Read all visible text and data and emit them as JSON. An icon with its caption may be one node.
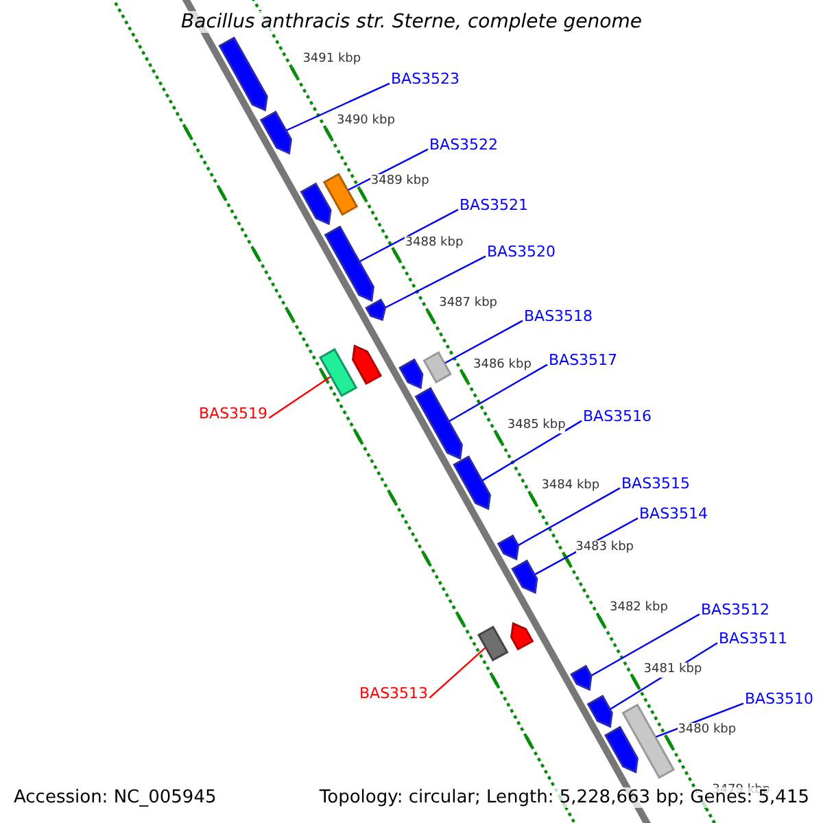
{
  "diagram": {
    "title": "Bacillus anthracis str. Sterne, complete genome",
    "nodes": [
      {
        "text": [
          "BAS3523"
        ]
      },
      {
        "text": [
          "BAS3522"
        ]
      },
      {
        "text": [
          "BAS3521"
        ]
      },
      {
        "text": [
          "BAS3520"
        ]
      },
      {
        "text": [
          "BAS3518"
        ]
      },
      {
        "text": [
          "BAS3517"
        ]
      },
      {
        "text": [
          "BAS3519"
        ]
      },
      {
        "text": [
          "BAS3516"
        ]
      },
      {
        "text": [
          "BAS3515"
        ]
      },
      {
        "text": [
          "BAS3514"
        ]
      },
      {
        "text": [
          "BAS3512"
        ]
      },
      {
        "text": [
          "BAS3511"
        ]
      },
      {
        "text": [
          "BAS3513"
        ]
      },
      {
        "text": [
          "BAS3510"
        ]
      },
      {
        "text": [],
        "shape": "arrow"
      },
      {
        "text": [],
        "shape": "arrow"
      },
      {
        "text": [],
        "shape": "arrow"
      },
      {
        "text": [],
        "shape": "box"
      },
      {
        "text": [],
        "shape": "arrow"
      },
      {
        "text": [],
        "shape": "arrow"
      },
      {
        "text": [],
        "shape": "box"
      },
      {
        "text": [],
        "shape": "arrow"
      },
      {
        "text": [],
        "shape": "arrow"
      },
      {
        "text": [],
        "shape": "box"
      },
      {
        "text": [],
        "shape": "arrow"
      },
      {
        "text": [],
        "shape": "arrow"
      },
      {
        "text": [],
        "shape": "arrow"
      },
      {
        "text": [],
        "shape": "arrow"
      },
      {
        "text": [],
        "shape": "box"
      },
      {
        "text": [],
        "shape": "arrow"
      },
      {
        "text": [],
        "shape": "arrow"
      },
      {
        "text": [],
        "shape": "arrow"
      },
      {
        "text": [],
        "shape": "box"
      },
      {
        "text": [],
        "shape": "arrow"
      }
    ],
    "edges": [
      {
        "from": 0,
        "to": 15,
        "arrow": "none"
      },
      {
        "from": 1,
        "to": 17,
        "arrow": "none"
      },
      {
        "from": 2,
        "to": 18,
        "arrow": "none"
      },
      {
        "from": 3,
        "to": 19,
        "arrow": "none"
      },
      {
        "from": 4,
        "to": 23,
        "arrow": "none"
      },
      {
        "from": 5,
        "to": 24,
        "arrow": "none"
      },
      {
        "from": 6,
        "to": 20,
        "arrow": "none",
        "color": "#ff0000"
      },
      {
        "from": 7,
        "to": 25,
        "arrow": "none"
      },
      {
        "from": 8,
        "to": 26,
        "arrow": "none"
      },
      {
        "from": 9,
        "to": 27,
        "arrow": "none"
      },
      {
        "from": 10,
        "to": 30,
        "arrow": "none"
      },
      {
        "from": 11,
        "to": 31,
        "arrow": "none"
      },
      {
        "from": 12,
        "to": 28,
        "arrow": "none",
        "color": "#ff0000"
      },
      {
        "from": 13,
        "to": 32,
        "arrow": "none"
      }
    ],
    "labels": [
      "3491 kbp",
      "3490 kbp",
      "3489 kbp",
      "3488 kbp",
      "3487 kbp",
      "3486 kbp",
      "3485 kbp",
      "3484 kbp",
      "3483 kbp",
      "3482 kbp",
      "3481 kbp",
      "3480 kbp",
      "3479 kbp",
      "Accession: NC_005945",
      "Topology: circular; Length: 5,228,663 bp; Genes: 5,415"
    ]
  }
}
